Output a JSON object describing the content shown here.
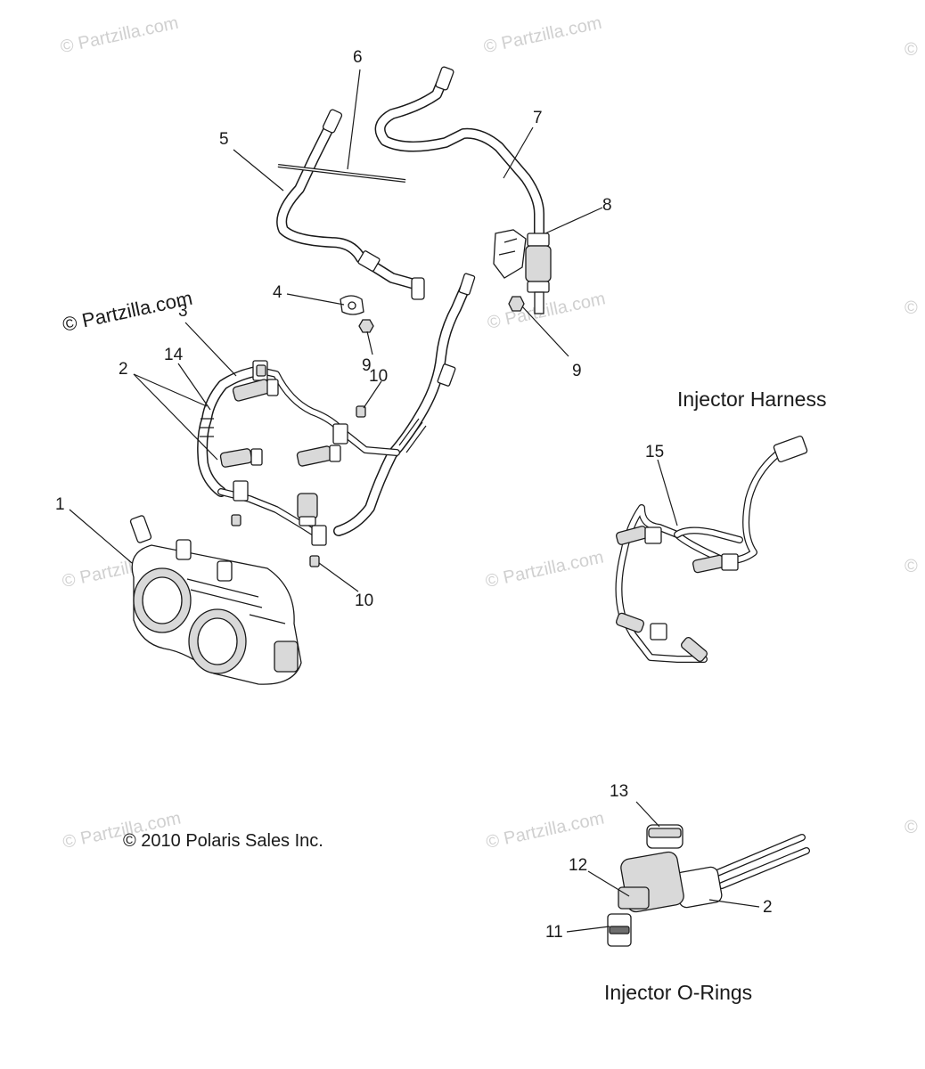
{
  "watermark": {
    "text": "Partzilla.com",
    "symbol": "©",
    "large_text": "© Partzilla.com"
  },
  "section_titles": {
    "injector_harness": "Injector Harness",
    "injector_orings": "Injector O-Rings"
  },
  "copyright": "© 2010 Polaris Sales Inc.",
  "callouts": {
    "c1": "1",
    "c2a": "2",
    "c2b": "2",
    "c3": "3",
    "c4": "4",
    "c5": "5",
    "c6": "6",
    "c7": "7",
    "c8": "8",
    "c9a": "9",
    "c9b": "9",
    "c10a": "10",
    "c10b": "10",
    "c11": "11",
    "c12": "12",
    "c13": "13",
    "c14": "14",
    "c15": "15"
  },
  "colors": {
    "line": "#1a1a1a",
    "watermark": "#d0d0d0",
    "part_fill": "#d9d9d9"
  }
}
